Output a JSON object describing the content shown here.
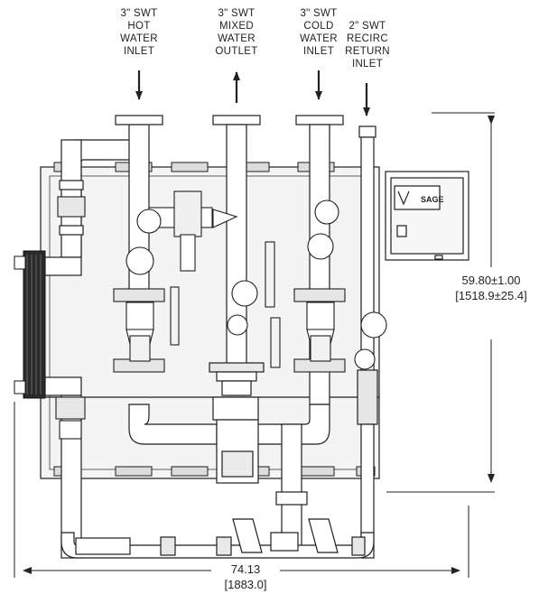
{
  "labels": {
    "hot_inlet": [
      "3\" SWT",
      "HOT",
      "WATER",
      "INLET"
    ],
    "mixed_outlet": [
      "3\" SWT",
      "MIXED",
      "WATER",
      "OUTLET"
    ],
    "cold_inlet": [
      "3\" SWT",
      "COLD",
      "WATER",
      "INLET"
    ],
    "recirc_inlet": [
      "2\" SWT",
      "RECIRC",
      "RETURN",
      "INLET"
    ]
  },
  "dimensions": {
    "height": "59.80±1.00",
    "height_metric": "[1518.9±25.4]",
    "width": "74.13",
    "width_metric": "[1883.0]"
  },
  "controller": {
    "brand": "SAGE"
  },
  "colors": {
    "line": "#1e1e1e",
    "panel": "#f4f4f4",
    "pipe": "#ffffff",
    "dark": "#2a2a2a",
    "dim": "#222222"
  }
}
